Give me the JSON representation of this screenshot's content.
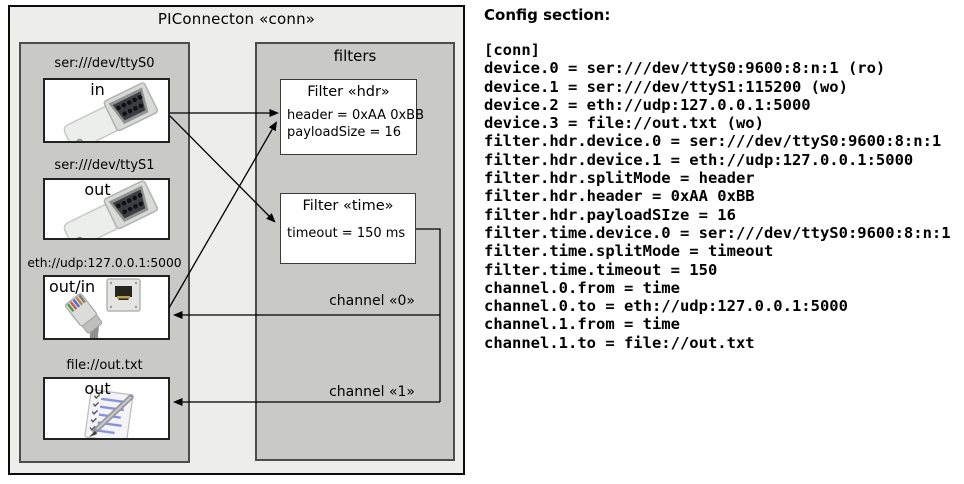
{
  "diagram": {
    "title": "PIConnecton «conn»",
    "devices_column": {
      "devices": [
        {
          "label": "ser:///dev/ttyS0",
          "direction": "in",
          "icon": "serial-connector-icon"
        },
        {
          "label": "ser:///dev/ttyS1",
          "direction": "out",
          "icon": "serial-connector-icon"
        },
        {
          "label": "eth://udp:127.0.0.1:5000",
          "direction": "out/in",
          "icon": "ethernet-connector-icon"
        },
        {
          "label": "file://out.txt",
          "direction": "out",
          "icon": "notepad-pen-icon"
        }
      ]
    },
    "filters_column": {
      "title": "filters",
      "filters": [
        {
          "title": "Filter «hdr»",
          "attributes": [
            "header = 0xAA 0xBB",
            "payloadSize = 16"
          ]
        },
        {
          "title": "Filter «time»",
          "attributes": [
            "timeout = 150 ms"
          ]
        }
      ],
      "channels": [
        {
          "label": "channel «0»"
        },
        {
          "label": "channel «1»"
        }
      ]
    }
  },
  "config": {
    "heading": "Config section:",
    "lines": [
      "[conn]",
      "device.0 = ser:///dev/ttyS0:9600:8:n:1 (ro)",
      "device.1 = ser:///dev/ttyS1:115200 (wo)",
      "device.2 = eth://udp:127.0.0.1:5000",
      "device.3 = file://out.txt (wo)",
      "filter.hdr.device.0 = ser:///dev/ttyS0:9600:8:n:1",
      "filter.hdr.device.1 = eth://udp:127.0.0.1:5000",
      "filter.hdr.splitMode = header",
      "filter.hdr.header = 0xAA 0xBB",
      "filter.hdr.payloadSIze = 16",
      "filter.time.device.0 = ser:///dev/ttyS0:9600:8:n:1",
      "filter.time.splitMode = timeout",
      "filter.time.timeout = 150",
      "channel.0.from = time",
      "channel.0.to = eth://udp:127.0.0.1:5000",
      "channel.1.from = time",
      "channel.1.to = file://out.txt"
    ]
  },
  "colors": {
    "outer_fill": "#ededec",
    "column_fill": "#c9c9c8",
    "node_fill": "#ffffff",
    "line": "#000000"
  }
}
